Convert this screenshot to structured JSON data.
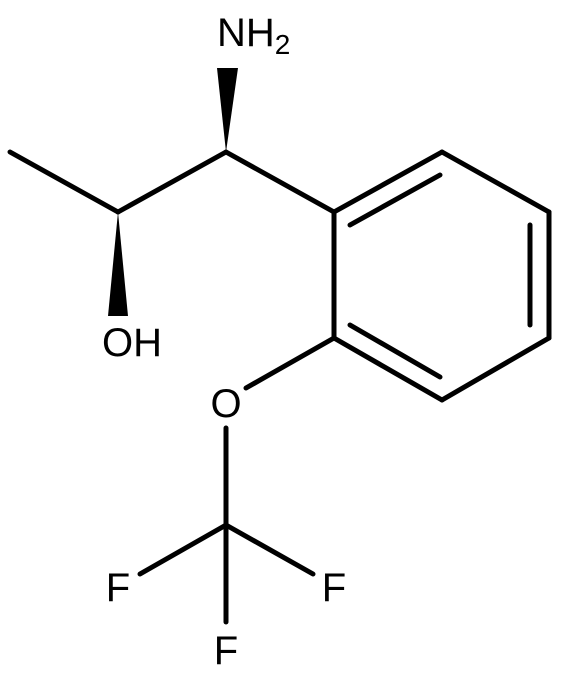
{
  "molecule": {
    "atoms": {
      "amine": {
        "label": "NH",
        "subscript": "2"
      },
      "hydroxyl": {
        "label": "OH"
      },
      "ether_oxygen": {
        "label": "O"
      },
      "fluorine_left": {
        "label": "F"
      },
      "fluorine_right": {
        "label": "F"
      },
      "fluorine_bottom": {
        "label": "F"
      }
    },
    "colors": {
      "bond": "#000000",
      "label": "#000000",
      "background": "#ffffff"
    }
  }
}
